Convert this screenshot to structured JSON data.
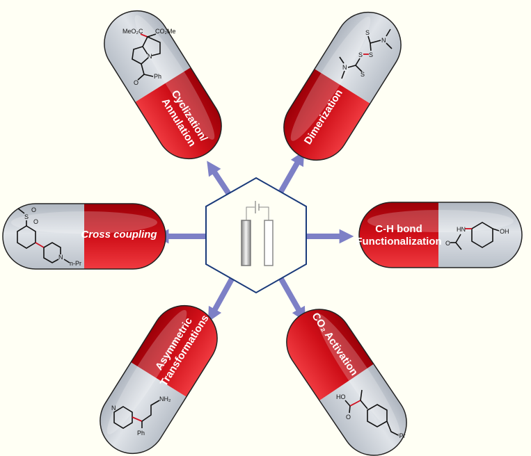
{
  "center": {
    "label": "electrochemical-cell"
  },
  "pills": {
    "cyclization": {
      "line1": "Cyclization/",
      "line2": "Annulation"
    },
    "dimerization": {
      "label": "Dimerization"
    },
    "cross_coupling": {
      "label": "Cross coupling"
    },
    "ch_bond": {
      "line1": "C-H bond",
      "line2": "Functionalization"
    },
    "asymmetric": {
      "line1": "Asymmetric",
      "line2": "Transformations"
    },
    "co2": {
      "label": "CO₂ Activation"
    }
  },
  "molecules": {
    "cyclization": {
      "a": "MeO₂C",
      "b": "CO₂Me",
      "n": "N",
      "o": "O",
      "ph": "Ph"
    },
    "dimerization": {
      "s1": "S",
      "s2": "S",
      "s3": "S",
      "s4": "S",
      "n1": "N",
      "n2": "N"
    },
    "cross_coupling": {
      "s": "S",
      "o1": "O",
      "o2": "O",
      "n": "N",
      "r": "n-Pr"
    },
    "ch_bond": {
      "hn": "HN",
      "oh": "OH",
      "o": "O"
    },
    "asymmetric": {
      "n": "N",
      "nh2": "NH₂",
      "ph": "Ph"
    },
    "co2": {
      "ho": "HO",
      "o": "O",
      "ipr": "ⁱPr"
    }
  },
  "colors": {
    "red": "#c8101a",
    "gray": "#c9ced6",
    "arrow": "#7d80c6",
    "hex": "#1a3a7a",
    "background": "#fffff4"
  }
}
